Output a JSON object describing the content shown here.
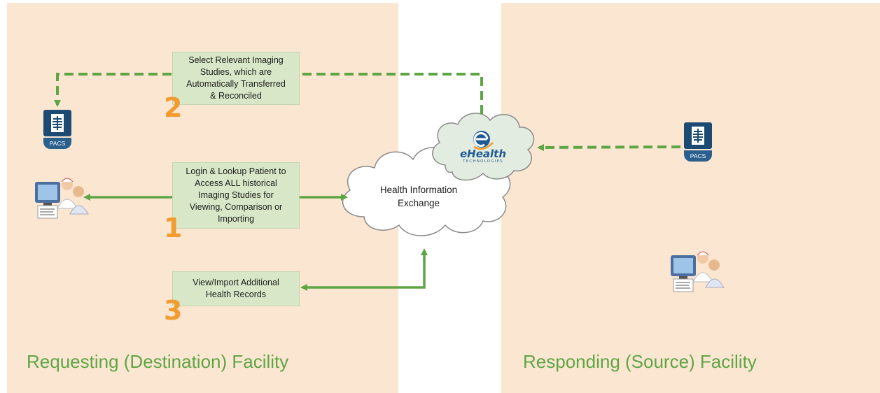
{
  "steps": [
    {
      "number": "2",
      "text": "Select Relevant Imaging\nStudies,  which are\nAutomatically Transferred\n& Reconciled"
    },
    {
      "number": "1",
      "text": "Login & Lookup Patient to\nAccess ALL historical\nImaging Studies for\nViewing, Comparison or\nImporting"
    },
    {
      "number": "3",
      "text": "View/Import Additional\nHealth Records"
    }
  ],
  "hie_label": "Health Information\nExchange",
  "ehealth_logo": {
    "brand": "eHealth",
    "sub": "TECHNOLOGIES"
  },
  "pacs_label": "PACS",
  "facilities": {
    "left": "Requesting (Destination) Facility",
    "right": "Responding (Source) Facility"
  },
  "colors": {
    "panel": "#fbe6d2",
    "box": "#d7e7c7",
    "arrow": "#5ea544",
    "number": "#f29b2f",
    "pacs": "#1d4a73"
  }
}
